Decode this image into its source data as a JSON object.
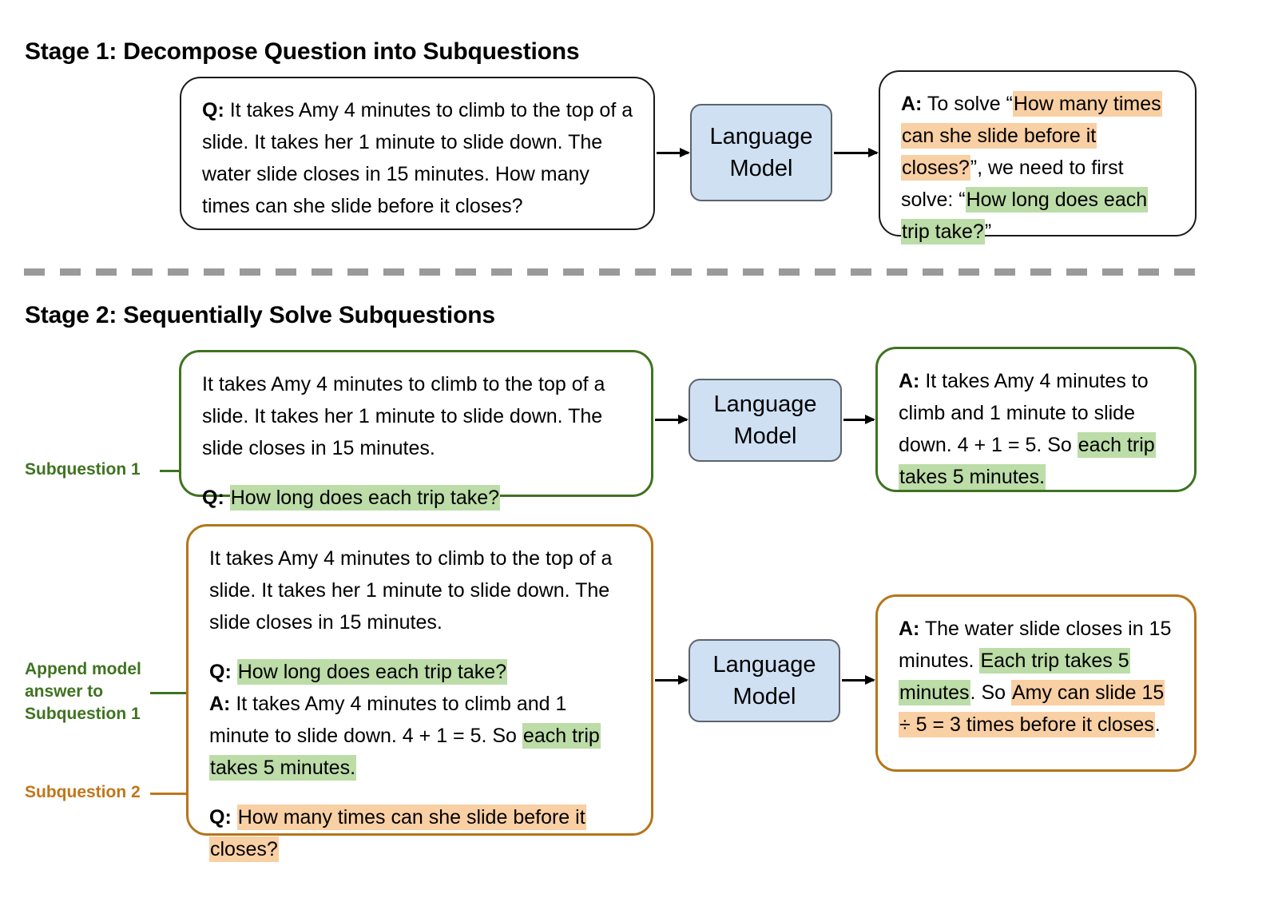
{
  "stages": {
    "stage1_title": "Stage 1: Decompose Question into Subquestions",
    "stage2_title": "Stage 2: Sequentially Solve Subquestions"
  },
  "model_node": {
    "line1": "Language",
    "line2": "Model",
    "fill_color": "#cfe0f3",
    "border_color": "#5b636b"
  },
  "colors": {
    "highlight_green": "#bcdca8",
    "highlight_orange": "#f9cfa4",
    "border_green": "#3f7320",
    "border_orange": "#b5751a",
    "divider_gray": "#9a9a9a"
  },
  "stage1": {
    "question_box": {
      "label": "Q:",
      "text": " It takes Amy 4 minutes to climb to the top of a slide. It takes her 1 minute to slide down. The water slide closes in 15 minutes. How many times can she slide before it closes?"
    },
    "answer_box": {
      "label": "A:",
      "seg1": " To solve “",
      "seg2_highlight_orange": "How many times can she slide before it closes?",
      "seg3": "”, we need to first solve: “",
      "seg4_highlight_green": "How long does each trip take?",
      "seg5": "”"
    }
  },
  "stage2": {
    "subquestion1_label": "Subquestion 1",
    "append_label": "Append model\nanswer to\nSubquestion 1",
    "subquestion2_label": "Subquestion 2",
    "prompt_box_1": {
      "context": "It takes Amy 4 minutes to climb to the top of a slide. It takes her 1 minute to slide down. The slide closes in 15 minutes.",
      "q_label": "Q:",
      "q_highlight_green": "How long does each trip take?"
    },
    "answer_box_1": {
      "label": "A:",
      "seg1": " It takes Amy 4 minutes to climb and 1 minute to slide down. 4 + 1 = 5. So ",
      "seg2_highlight_green": "each trip takes 5 minutes."
    },
    "prompt_box_2": {
      "context": "It takes Amy 4 minutes to climb to the top of a slide. It takes her 1 minute to slide down. The slide closes in 15 minutes.",
      "q1_label": "Q:",
      "q1_highlight_green": "How long does each trip take?",
      "a1_label": "A:",
      "a1_seg1": " It takes Amy 4 minutes to climb and 1 minute to slide down. 4 + 1 = 5. So ",
      "a1_seg2_highlight_green": "each trip takes 5 minutes.",
      "q2_label": "Q:",
      "q2_highlight_orange": "How many times can she slide before it closes?"
    },
    "answer_box_2": {
      "label": "A:",
      "seg1": " The water slide closes in 15 minutes. ",
      "seg2_highlight_green": "Each trip takes 5 minutes",
      "seg3": ". So ",
      "seg4_highlight_orange": "Amy can slide 15 ÷ 5 = 3 times before it closes",
      "seg5": "."
    }
  }
}
